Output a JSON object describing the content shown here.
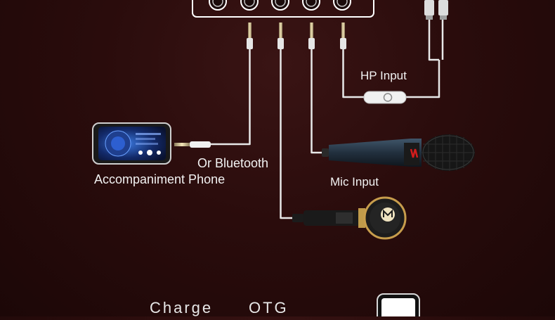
{
  "labels": {
    "hp_input": "HP Input",
    "or_bluetooth": "Or Bluetooth",
    "accompaniment_phone": "Accompaniment Phone",
    "mic_input": "Mic Input",
    "charge": "Charge",
    "otg": "OTG"
  },
  "icons": {
    "mixer": "sound-card-icon",
    "phone": "smartphone-icon",
    "handheld_mic": "microphone-icon",
    "mini_mic": "lavalier-microphone-icon",
    "headphone_plug": "headphone-plug-icon",
    "otg_phone": "smartphone-icon"
  }
}
